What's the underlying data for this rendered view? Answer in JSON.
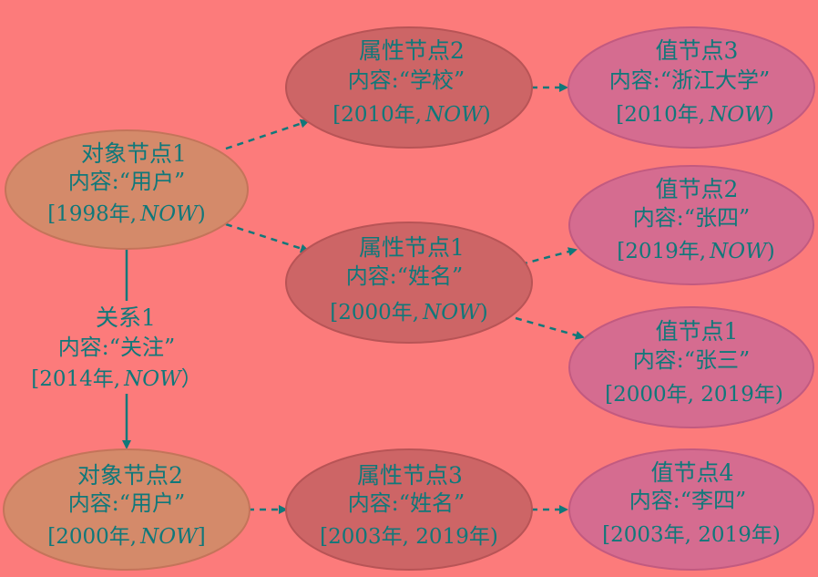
{
  "nodes": {
    "object1": {
      "title": "对象节点1",
      "content": "内容:“用户”",
      "range_start": "[1998年,",
      "range_end": "NOW",
      "range_close": ")"
    },
    "object2": {
      "title": "对象节点2",
      "content": "内容:“用户”",
      "range_start": "[2000年,",
      "range_end": "NOW",
      "range_close": "]"
    },
    "attr2": {
      "title": "属性节点2",
      "content": "内容:“学校”",
      "range_start": "[2010年,",
      "range_end": "NOW",
      "range_close": ")"
    },
    "attr1": {
      "title": "属性节点1",
      "content": "内容:“姓名”",
      "range_start": "[2000年,",
      "range_end": "NOW",
      "range_close": ")"
    },
    "attr3": {
      "title": "属性节点3",
      "content": "内容:“姓名”",
      "range_full": "[2003年, 2019年)"
    },
    "value3": {
      "title": "值节点3",
      "content": "内容:“浙江大学”",
      "range_start": "[2010年,",
      "range_end": "NOW",
      "range_close": ")"
    },
    "value2": {
      "title": "值节点2",
      "content": "内容:“张四”",
      "range_start": "[2019年,",
      "range_end": "NOW",
      "range_close": ")"
    },
    "value1": {
      "title": "值节点1",
      "content": "内容:“张三”",
      "range_full": "[2000年, 2019年)"
    },
    "value4": {
      "title": "值节点4",
      "content": "内容:“李四”",
      "range_full": "[2003年, 2019年)"
    }
  },
  "relation1": {
    "title": "关系1",
    "content": "内容:“关注”",
    "range_start": "[2014年,",
    "range_end": "NOW",
    "range_close": "）"
  },
  "colors": {
    "background": "#fc7b7b",
    "object_node": "#d48a6a",
    "attribute_node": "#cd6566",
    "value_node": "#d56c90",
    "text_and_edges": "#10787a"
  }
}
